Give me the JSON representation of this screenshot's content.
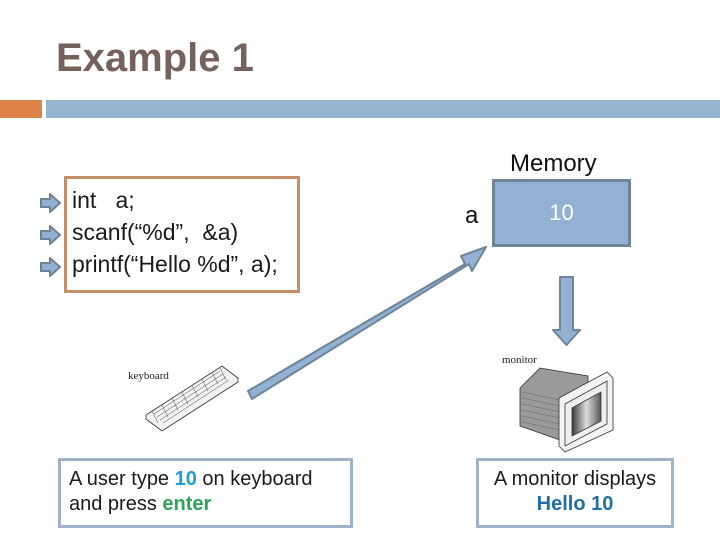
{
  "slide": {
    "title": "Example 1"
  },
  "code": {
    "lines": [
      "int   a;",
      "scanf(“%d”,  &a)",
      "printf(“Hello %d”, a);"
    ],
    "bullet_icon": "right-arrow-bullet"
  },
  "memory": {
    "label": "Memory",
    "variable": "a",
    "value": "10"
  },
  "devices": {
    "keyboard_label": "keyboard",
    "monitor_label": "monitor"
  },
  "notes": {
    "input": {
      "text_before": "A user type ",
      "highlight_value": "10",
      "text_middle": " on keyboard",
      "line2_before": "and press ",
      "highlight_key": "enter"
    },
    "output": {
      "line1": "A monitor displays",
      "line2": "Hello 10"
    }
  },
  "colors": {
    "title": "#75625a",
    "accent_orange": "#df8449",
    "accent_blue": "#94b4d0",
    "arrow_fill": "#93b2d3",
    "arrow_stroke": "#6f8496",
    "highlight_value": "#1ba1d8",
    "highlight_key": "#2ba35a",
    "highlight_output": "#1f6ea6"
  }
}
